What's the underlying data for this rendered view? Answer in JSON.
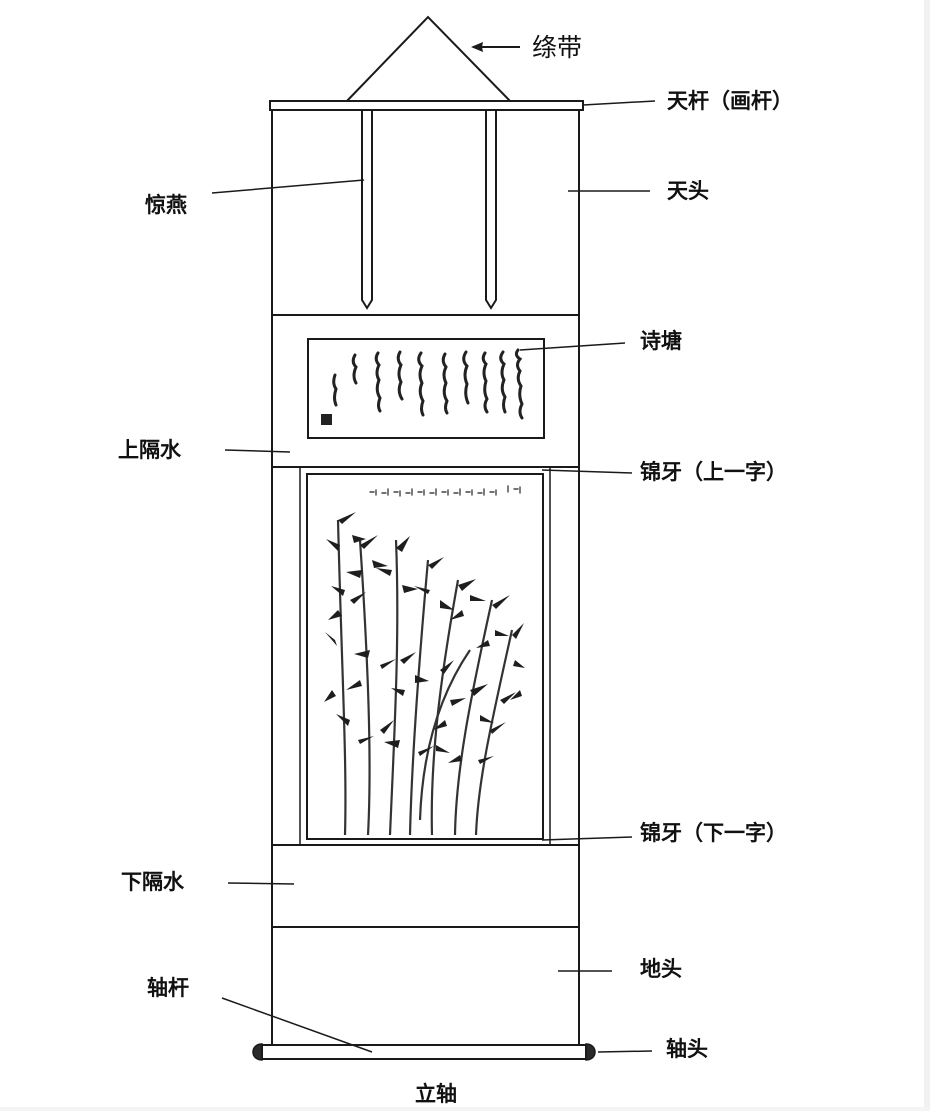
{
  "labels": {
    "ribbon": "绦带",
    "top_rod": "天杆（画杆）",
    "tiantou": "天头",
    "jingyan": "惊燕",
    "shitang": "诗塘",
    "upper_divider": "上隔水",
    "upper_border": "锦牙（上一字）",
    "lower_border": "锦牙（下一字）",
    "lower_divider": "下隔水",
    "ditou": "地头",
    "roller_rod": "轴杆",
    "roller_knob": "轴头",
    "title": "立轴"
  },
  "colors": {
    "line": "#1a1a1a",
    "ink": "#222222",
    "paper": "#ffffff"
  }
}
